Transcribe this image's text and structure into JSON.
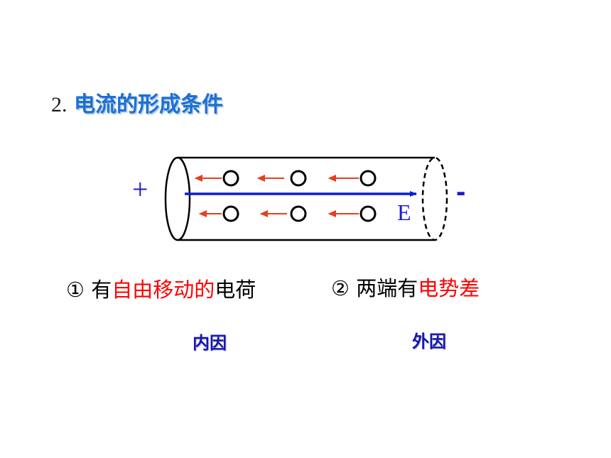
{
  "title": {
    "number": "2.",
    "text": "电流的形成条件"
  },
  "diagram": {
    "plus_label": "+",
    "minus_label": "-",
    "field_label": "E",
    "colors": {
      "field_arrow": "#0a1fd1",
      "charge_arrows": "#e3411e",
      "terminal_labels": "#1a1ad4",
      "outline": "#000000"
    }
  },
  "conditions": [
    {
      "marker": "①",
      "pre": "有",
      "highlight": "自由移动的",
      "post": "电荷"
    },
    {
      "marker": "②",
      "pre": "两端有",
      "highlight": "电势差",
      "post": ""
    }
  ],
  "causes": {
    "internal": "内因",
    "external": "外因"
  }
}
